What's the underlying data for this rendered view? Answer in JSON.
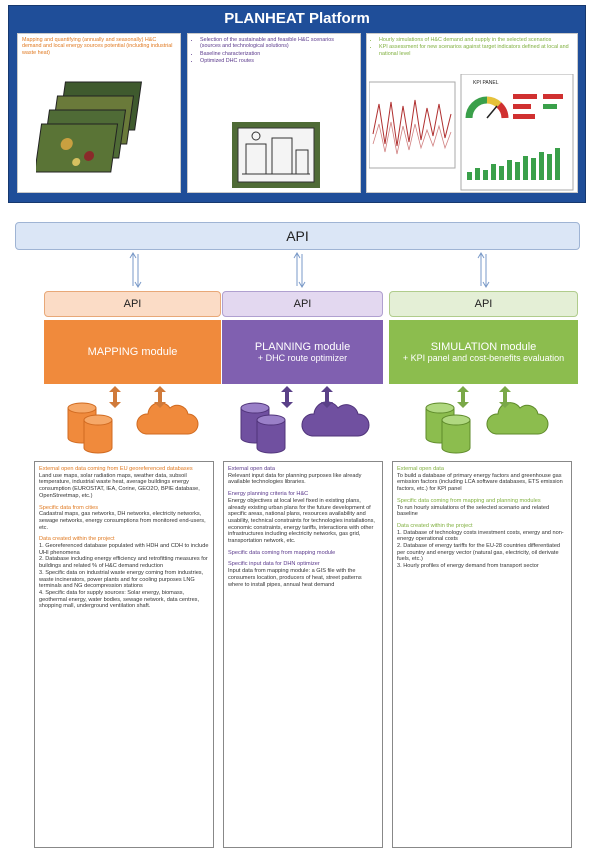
{
  "platform": {
    "title": "PLANHEAT Platform",
    "mapping_items": [
      "Mapping and quantifying (annually and seasonally) H&C demand and local energy sources potential (including industrial waste heat)"
    ],
    "planning_items": [
      "Selection of the sustainable and feasible H&C scenarios (sources and technological solutions)",
      "Baseline characterization",
      "Optimized DHC routes"
    ],
    "simulation_items": [
      "Hourly simulations of H&C demand and supply in the selected scenarios",
      "KPI assessment for new scenarios against target indicators defined at local and national level"
    ],
    "dashboard_title": "KPI PANEL"
  },
  "api_main": "API",
  "modules": {
    "mapping": {
      "api": "API",
      "name": "MAPPING module",
      "sub": ""
    },
    "planning": {
      "api": "API",
      "name": "PLANNING module",
      "sub": "+ DHC route optimizer"
    },
    "simulation": {
      "api": "API",
      "name": "SIMULATION module",
      "sub": "+ KPI panel and cost-benefits evaluation"
    }
  },
  "colors": {
    "mapping": "#f08a3c",
    "planning": "#8060b0",
    "simulation": "#8cbd4e",
    "platform": "#1f4e99",
    "api": "#dbe6f6"
  },
  "mapping_info": {
    "h1": "External open data coming from EU georeferenced databases",
    "t1": "Land use maps, solar radiation maps, weather data, subsoil temperature, industrial waste heat, average buildings energy consumption (EUROSTAT, IEA, Corine, GEO2O, BPIE database, OpenStreetmap, etc.)",
    "h2": "Specific data from cities",
    "t2": "Cadastral maps, gas networks, DH networks, electricity networks, sewage networks, energy consumptions from monitored end-users, etc.",
    "h3": "Data created within the project",
    "t3": "1. Georeferenced database populated with HDH and CDH to include UHI phenomena",
    "t4": "2. Database including energy efficiency and retrofitting measures for buildings and related % of H&C demand reduction",
    "t5": "3. Specific data on industrial waste energy coming from industries, waste incinerators, power plants and for cooling purposes LNG terminals and NG decompression stations",
    "t6": "4. Specific data for supply sources: Solar energy, biomass, geothermal energy, water bodies, sewage network, data centres, shopping mall, underground ventilation shaft."
  },
  "planning_info": {
    "h1": "External open data",
    "t1": "Relevant input data for planning purposes like already available technologies libraries.",
    "h2": "Energy planning criteria for H&C",
    "t2": "Energy objectives at local level fixed in existing plans, already existing urban plans for the future development of specific areas, national plans, resources availability and usability, technical constraints for technologies installations, economic constraints, energy tariffs, interactions with other infrastructures including electricity networks, gas grid, transportation network, etc.",
    "h3": "Specific data coming from mapping module",
    "h4": "Specific input data for DHN optimizer",
    "t4": "Input data from mapping module: a GIS file with the consumers location, producers of heat, street patterns where to install pipes, annual heat demand"
  },
  "simulation_info": {
    "h1": "External open data",
    "t1": "To build a database of primary energy factors and greenhouse gas emission factors (including LCA software databases, ETS emission factors, etc.) for KPI panel",
    "h2": "Specific data coming from mapping and planning modules",
    "t2": "To run hourly simulations of the selected scenario and related baseline",
    "h3": "Data created within the project",
    "t3": "1. Database of technology costs investment costs, energy and non-energy operational costs",
    "t4": "2. Database of energy tariffs for the EU-28 countries differentiated per country and energy vector (natural gas, electricity, oil derivate fuels, etc.)",
    "t5": "3. Hourly profiles of energy demand from transport sector"
  }
}
